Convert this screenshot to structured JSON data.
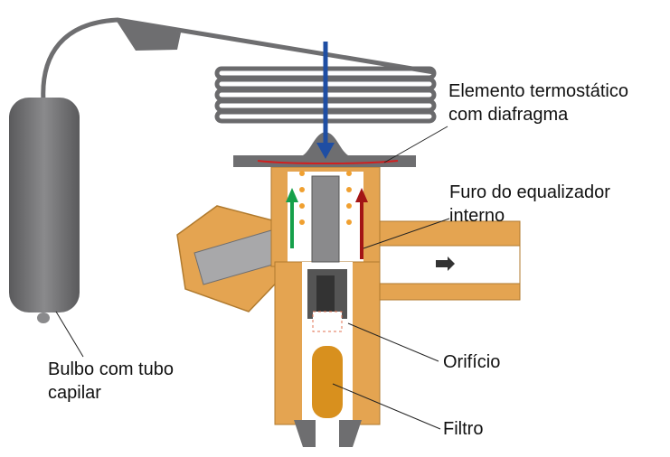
{
  "labels": {
    "element_line1": "Elemento termostático",
    "element_line2": "com diafragma",
    "equalizer_line1": "Furo do equalizador",
    "equalizer_line2": "interno",
    "orifice": "Orifício",
    "filter": "Filtro",
    "bulb_line1": "Bulbo com tubo",
    "bulb_line2": "capilar"
  },
  "colors": {
    "body": "#E4A451",
    "body_edge": "#B07A2E",
    "metal": "#6E6E70",
    "metal_light": "#A8A8AA",
    "arrow_pressure": "#1F4EA3",
    "arrow_up_green": "#16A04A",
    "arrow_up_red": "#A31515",
    "spring": "#F0A030"
  }
}
